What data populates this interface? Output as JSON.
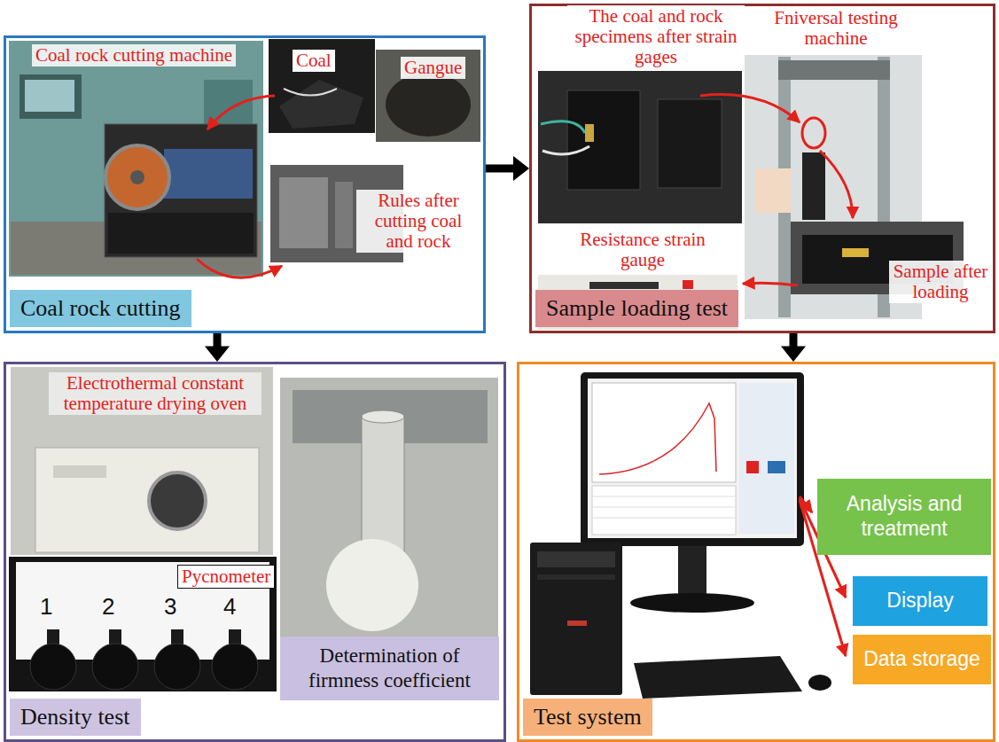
{
  "diagram": {
    "nodes": [
      {
        "text": [
          "Coal rock cutting"
        ]
      },
      {
        "text": [
          "Sample loading test"
        ]
      },
      {
        "text": [
          "Density test"
        ]
      },
      {
        "text": [
          "Determination of firmness coefficient"
        ],
        "in": 2
      },
      {
        "text": [
          "Test system"
        ]
      },
      {
        "text": [
          "Analysis and treatment"
        ],
        "in": 4
      },
      {
        "text": [
          "Display"
        ],
        "in": 4
      },
      {
        "text": [
          "Data storage"
        ],
        "in": 4
      }
    ],
    "edges": [
      {
        "from": 0,
        "to": 1,
        "arrow": "to"
      },
      {
        "from": 0,
        "to": 2,
        "arrow": "to"
      },
      {
        "from": 1,
        "to": 4,
        "arrow": "to"
      }
    ],
    "labels": [
      "Coal rock cutting machine",
      "Coal",
      "Gangue",
      "Rules after cutting coal and rock",
      "The coal and rock specimens after strain gages",
      "Fniversal testing machine",
      "Resistance strain gauge",
      "Sample after loading",
      "Electrothermal constant temperature drying oven",
      "Pycnometer",
      "1",
      "2",
      "3",
      "4"
    ]
  }
}
